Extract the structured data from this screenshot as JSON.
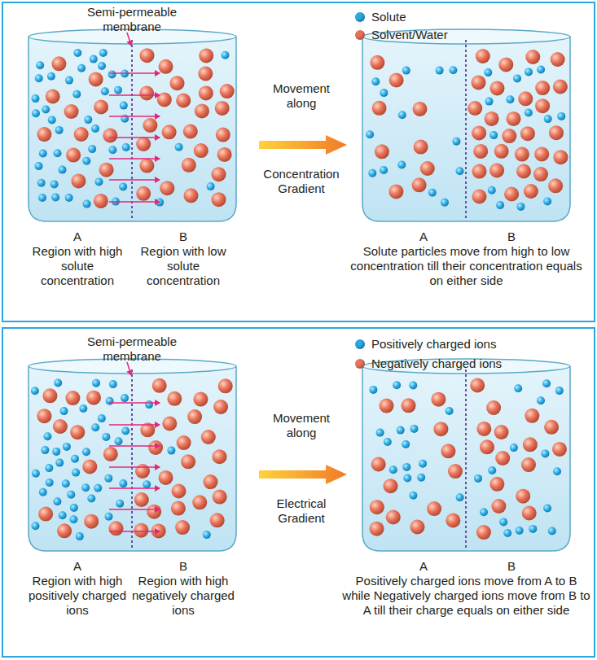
{
  "diagram": {
    "labels": [
      "Semi-permeable membrane",
      "Movement along",
      "Concentration Gradient",
      "A",
      "B",
      "Region with high solute concentration",
      "Region with low solute concentration",
      "A",
      "B",
      "Solute particles move from high to low concentration till their concentration equals on either side",
      "Semi-permeable membrane",
      "Movement along",
      "Electrical Gradient",
      "A",
      "B",
      "Region with high positively charged ions",
      "Region with high negatively charged ions",
      "A",
      "B",
      "Positively charged ions move from A to B while Negatively charged ions move from B to A till their charge equals on either side"
    ],
    "legend": [
      {
        "text": "Solute",
        "color": "#29a9e0"
      },
      {
        "text": "Solvent/Water",
        "color": "#e8735a"
      },
      {
        "text": "Positively charged ions",
        "color": "#29a9e0"
      },
      {
        "text": "Negatively charged ions",
        "color": "#e8735a"
      }
    ]
  }
}
